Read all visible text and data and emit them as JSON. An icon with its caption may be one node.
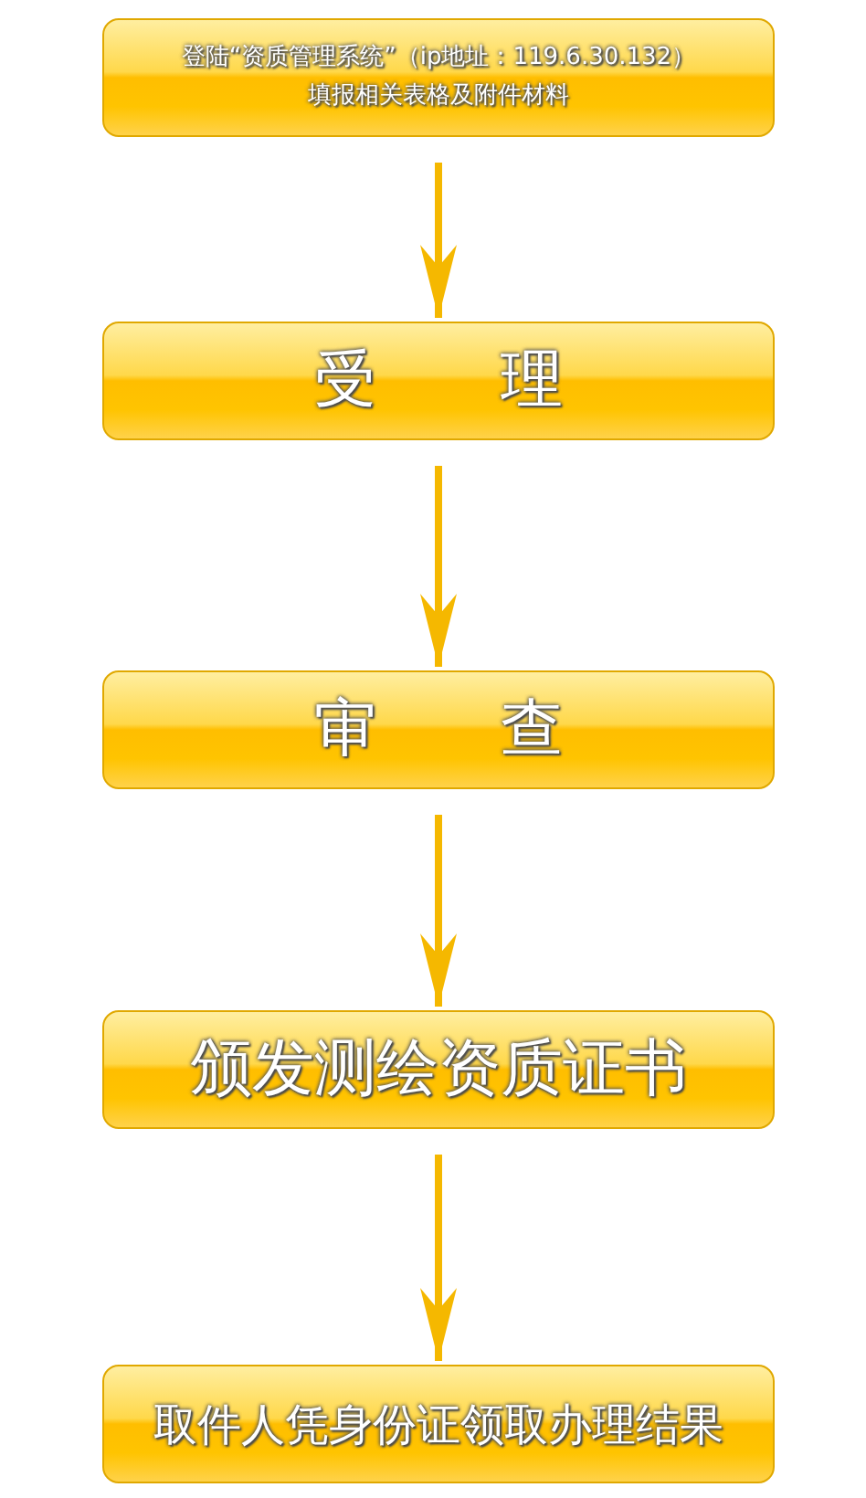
{
  "diagram": {
    "nodes": [
      {
        "text": [
          "登陆“资质管理系统”（ip地址：119.6.30.132）",
          "填报相关表格及附件材料"
        ]
      },
      {
        "text": [
          "受　　理"
        ]
      },
      {
        "text": [
          "审　　查"
        ]
      },
      {
        "text": [
          "颁发测绘资质证书"
        ]
      },
      {
        "text": [
          "取件人凭身份证领取办理结果"
        ]
      }
    ],
    "edges": [
      {
        "from": 0,
        "to": 1,
        "arrow": "to"
      },
      {
        "from": 1,
        "to": 2,
        "arrow": "to"
      },
      {
        "from": 2,
        "to": 3,
        "arrow": "to"
      },
      {
        "from": 3,
        "to": 4,
        "arrow": "to"
      }
    ]
  }
}
